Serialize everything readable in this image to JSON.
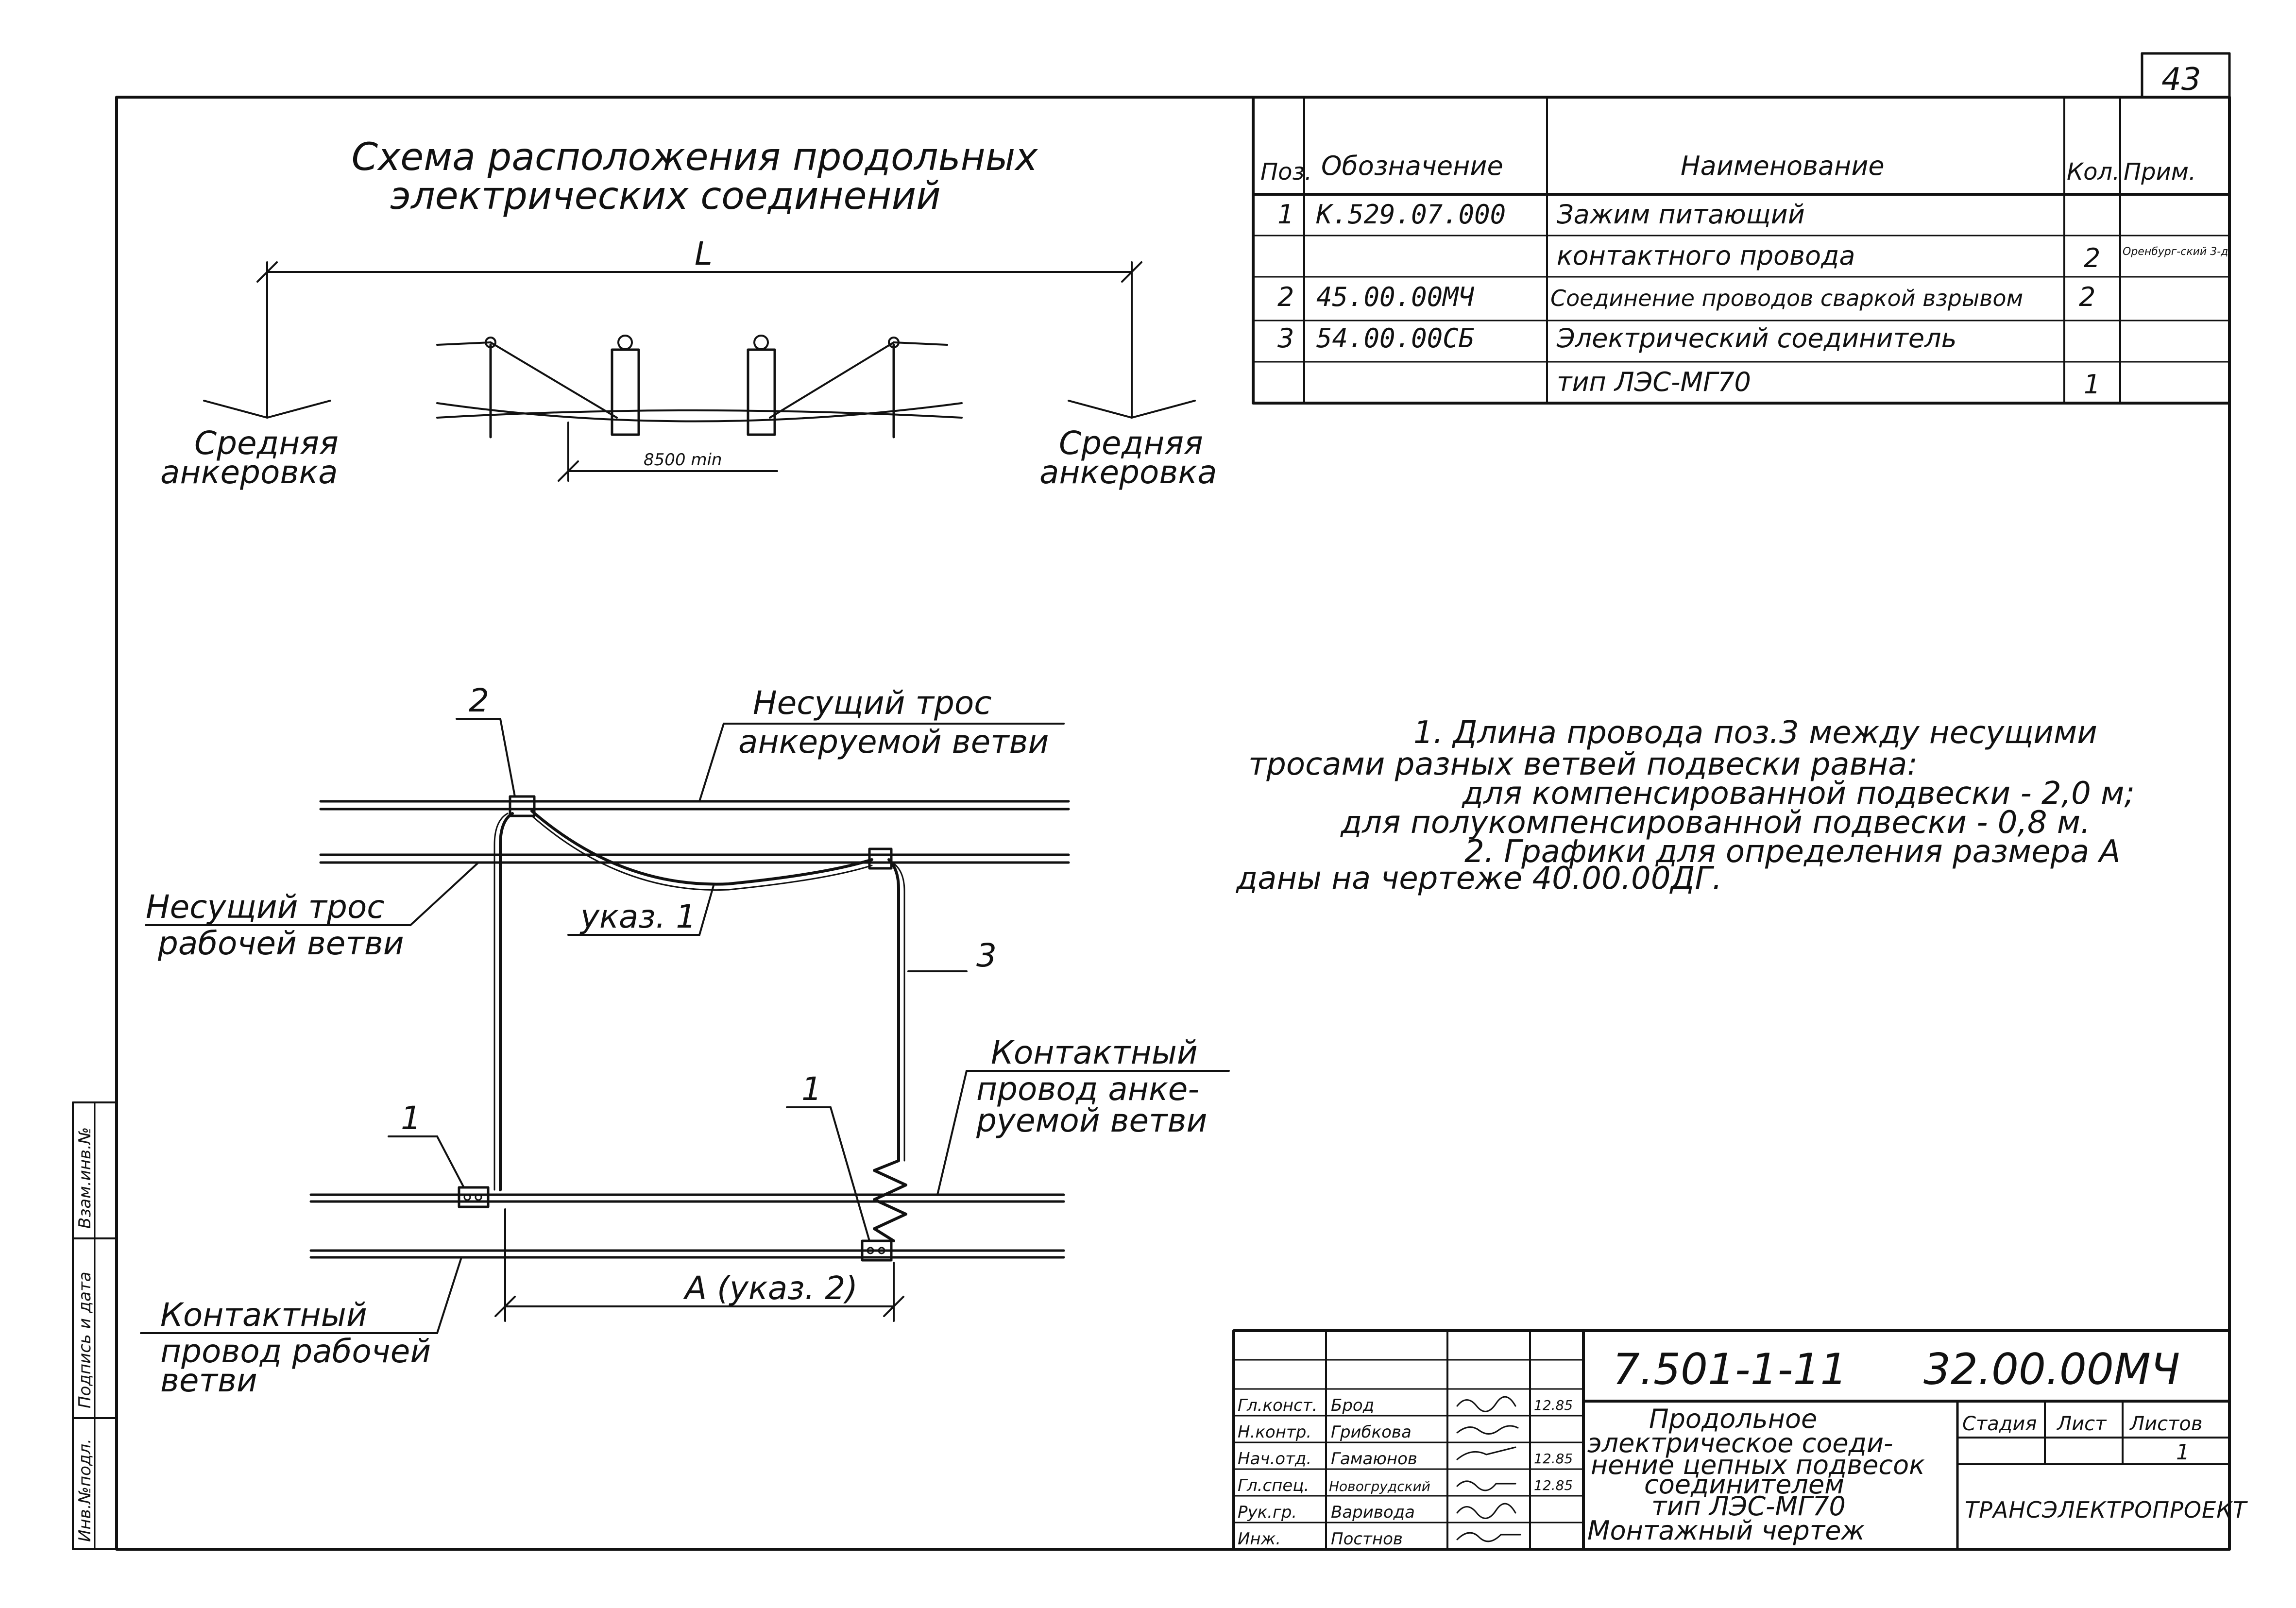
{
  "page_number": "43",
  "scheme": {
    "title_line1": "Схема расположения продольных",
    "title_line2": "электрических соединений",
    "dim_L": "L",
    "dim_span": "8500 min",
    "anchor_left_line1": "Средняя",
    "anchor_left_line2": "анкеровка",
    "anchor_right_line1": "Средняя",
    "anchor_right_line2": "анкеровка"
  },
  "spec_table": {
    "headers": [
      "Поз.",
      "Обозначение",
      "Наименование",
      "Кол.",
      "Прим."
    ],
    "rows": [
      [
        "1",
        "К.529.07.000",
        "Зажим питающий",
        "",
        ""
      ],
      [
        "",
        "",
        "контактного провода",
        "2",
        "Оренбург-ский 3-д"
      ],
      [
        "2",
        "45.00.00МЧ",
        "Соединение проводов сваркой взрывом",
        "2",
        ""
      ],
      [
        "3",
        "54.00.00СБ",
        "Электрический соединитель",
        "",
        ""
      ],
      [
        "",
        "",
        "тип ЛЭС-МГ70",
        "1",
        ""
      ]
    ]
  },
  "diagram": {
    "callout_1_left": "1",
    "callout_1_right": "1",
    "callout_2": "2",
    "callout_3": "3",
    "carrier_anchor_line1": "Несущий трос",
    "carrier_anchor_line2": "анкеруемой ветви",
    "carrier_work_line1": "Несущий трос",
    "carrier_work_line2": "рабочей ветви",
    "note_ref": "указ. 1",
    "contact_anchor_line1": "Контактный",
    "contact_anchor_line2": "провод анке-",
    "contact_anchor_line3": "руемой ветви",
    "contact_work_line1": "Контактный",
    "contact_work_line2": "провод рабочей",
    "contact_work_line3": "ветви",
    "dim_A": "А (указ. 2)"
  },
  "notes": [
    "1. Длина провода поз.3 между несущими",
    "тросами разных ветвей подвески равна:",
    "для компенсированной подвески - 2,0 м;",
    "для полукомпенсированной подвески - 0,8 м.",
    "2. Графики для определения размера А",
    "даны на чертеже 40.00.00ДГ."
  ],
  "left_margin": {
    "inv_no": "Инв.№подл.",
    "sign_date": "Подпись и дата",
    "replace_inv": "Взам.инв.№"
  },
  "title_block": {
    "doc_code": "7.501-1-11",
    "sheet_code": "32.00.00МЧ",
    "roles": [
      "Гл.конст.",
      "Н.контр.",
      "Нач.отд.",
      "Гл.спец.",
      "Рук.гр.",
      "Инж."
    ],
    "names": [
      "Брод",
      "Грибкова",
      "Гамаюнов",
      "Новогрудский",
      "Варивода",
      "Постнов"
    ],
    "dates": [
      "12.85",
      "",
      "12.85",
      "12.85",
      "",
      ""
    ],
    "title_line1": "Продольное",
    "title_line2": "электрическое соеди-",
    "title_line3": "нение цепных подвесок",
    "title_line4": "соединителем",
    "title_line5": "тип ЛЭС-МГ70",
    "title_line6": "Монтажный чертеж",
    "stage_label": "Стадия",
    "sheet_label": "Лист",
    "sheets_label": "Листов",
    "sheets_value": "1",
    "company": "ТРАНСЭЛЕКТРОПРОЕКТ"
  }
}
